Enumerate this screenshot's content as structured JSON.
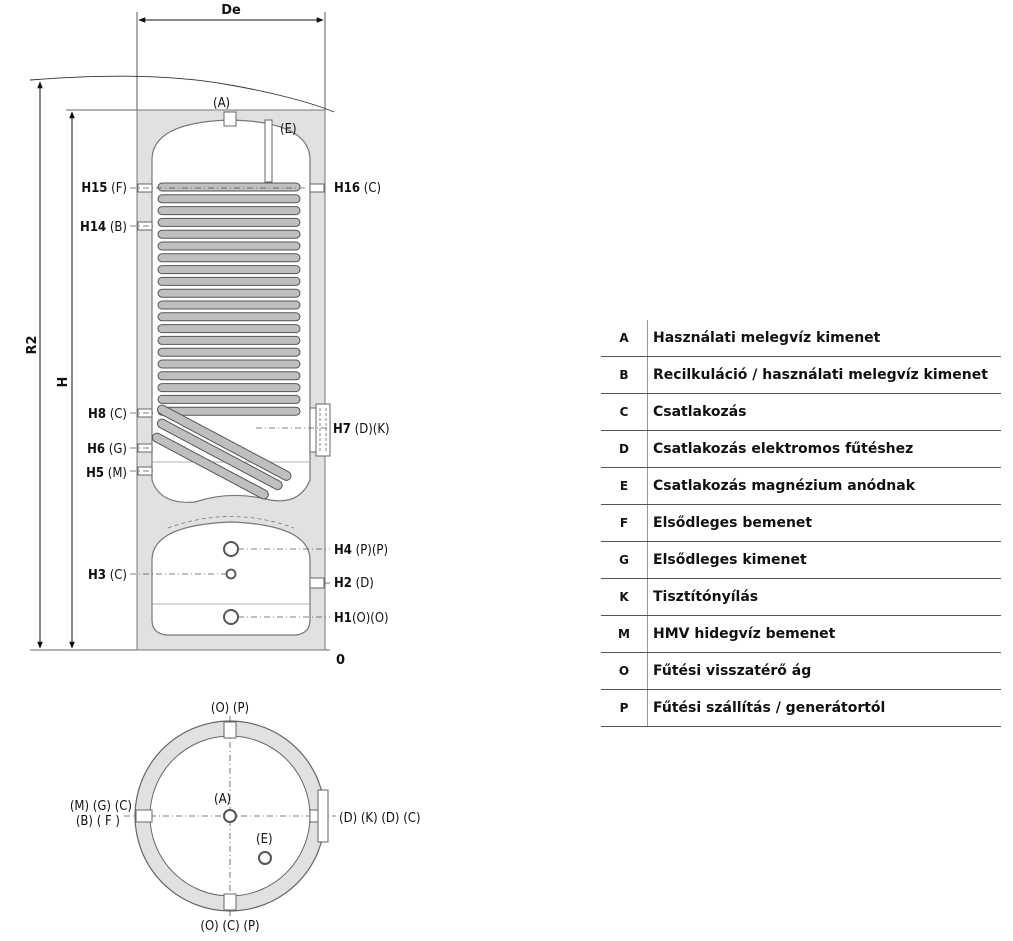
{
  "dimensions": {
    "width": "De",
    "height_total": "R2",
    "height": "H",
    "zero": "0"
  },
  "side_labels": {
    "A": "(A)",
    "E": "(E)",
    "H15": {
      "code": "H15",
      "paren": "(F)"
    },
    "H14": {
      "code": "H14",
      "paren": "(B)"
    },
    "H16": {
      "code": "H16",
      "paren": "(C)"
    },
    "H8": {
      "code": "H8",
      "paren": "(C)"
    },
    "H7": {
      "code": "H7",
      "paren": "(D)(K)"
    },
    "H6": {
      "code": "H6",
      "paren": "(G)"
    },
    "H5": {
      "code": "H5",
      "paren": "(M)"
    },
    "H4": {
      "code": "H4",
      "paren": "(P)(P)"
    },
    "H3": {
      "code": "H3",
      "paren": "(C)"
    },
    "H2": {
      "code": "H2",
      "paren": "(D)"
    },
    "H1": {
      "code": "H1",
      "paren": "(O)(O)"
    }
  },
  "top_view_labels": {
    "top": "(O) (P)",
    "left_line1": "(M) (G) (C)",
    "left_line2": "(B) ( F )",
    "center": "(A)",
    "e": "(E)",
    "right": "(D) (K) (D) (C)",
    "bottom": "(O) (C) (P)"
  },
  "legend": [
    {
      "code": "A",
      "text": "Használati melegvíz kimenet"
    },
    {
      "code": "B",
      "text": "Recilkuláció / használati melegvíz kimenet"
    },
    {
      "code": "C",
      "text": "Csatlakozás"
    },
    {
      "code": "D",
      "text": "Csatlakozás elektromos fűtéshez"
    },
    {
      "code": "E",
      "text": "Csatlakozás magnézium anódnak"
    },
    {
      "code": "F",
      "text": "Elsődleges bemenet"
    },
    {
      "code": "G",
      "text": "Elsődleges kimenet"
    },
    {
      "code": "K",
      "text": "Tisztítónyílás"
    },
    {
      "code": "M",
      "text": "HMV hidegvíz bemenet"
    },
    {
      "code": "O",
      "text": "Fűtési visszatérő ág"
    },
    {
      "code": "P",
      "text": "Fűtési szállítás / generátortól"
    }
  ]
}
